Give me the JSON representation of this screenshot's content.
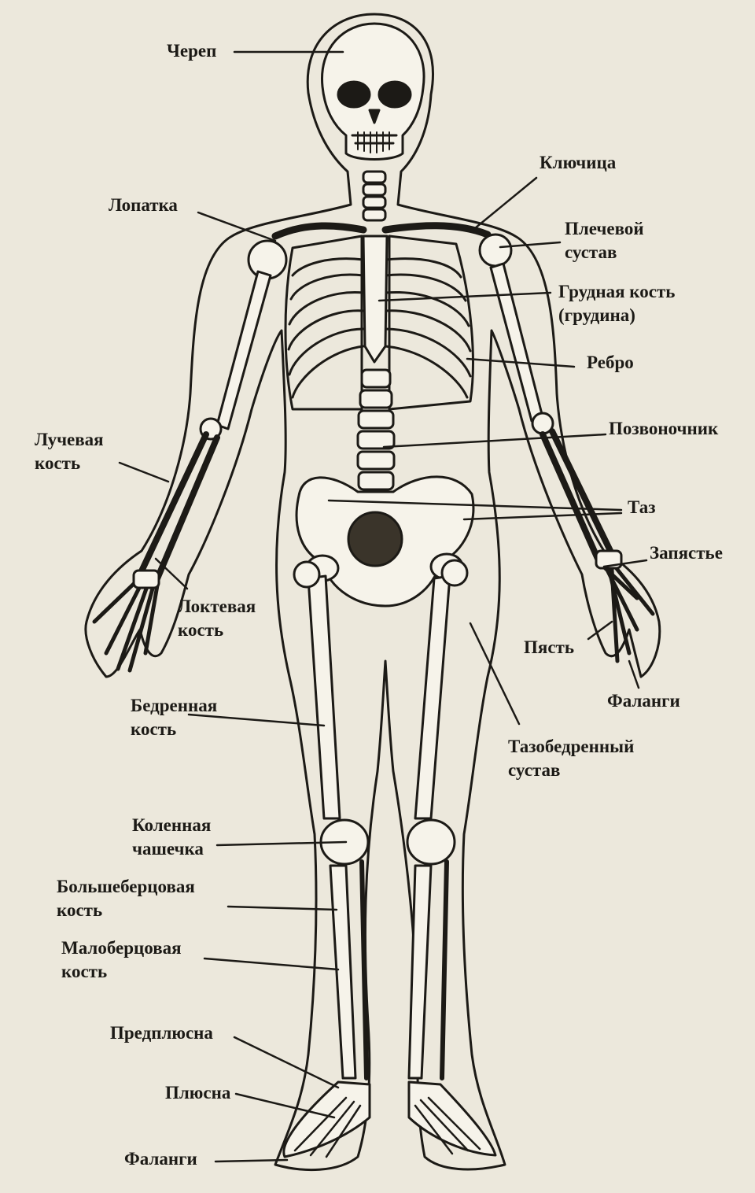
{
  "colors": {
    "paper": "#ece8dc",
    "ink": "#1c1a16",
    "bone_fill": "#f6f3ea",
    "shadow": "#3a342a"
  },
  "labels": {
    "skull": "Череп",
    "clavicle": "Ключица",
    "scapula": "Лопатка",
    "shoulder_joint": [
      "Плечевой",
      "сустав"
    ],
    "sternum": [
      "Грудная кость",
      "(грудина)"
    ],
    "rib": "Ребро",
    "radius": [
      "Лучевая",
      "кость"
    ],
    "spine": "Позвоночник",
    "pelvis": "Таз",
    "wrist": "Запястье",
    "ulna": [
      "Локтевая",
      "кость"
    ],
    "metacarpus": "Пясть",
    "hand_phalanges": "Фаланги",
    "femur": [
      "Бедренная",
      "кость"
    ],
    "hip_joint": [
      "Тазобедренный",
      "сустав"
    ],
    "kneecap": [
      "Коленная",
      "чашечка"
    ],
    "tibia": [
      "Большеберцовая",
      "кость"
    ],
    "fibula": [
      "Малоберцовая",
      "кость"
    ],
    "tarsus": "Предплюсна",
    "metatarsus": "Плюсна",
    "foot_phalanges": "Фаланги"
  }
}
